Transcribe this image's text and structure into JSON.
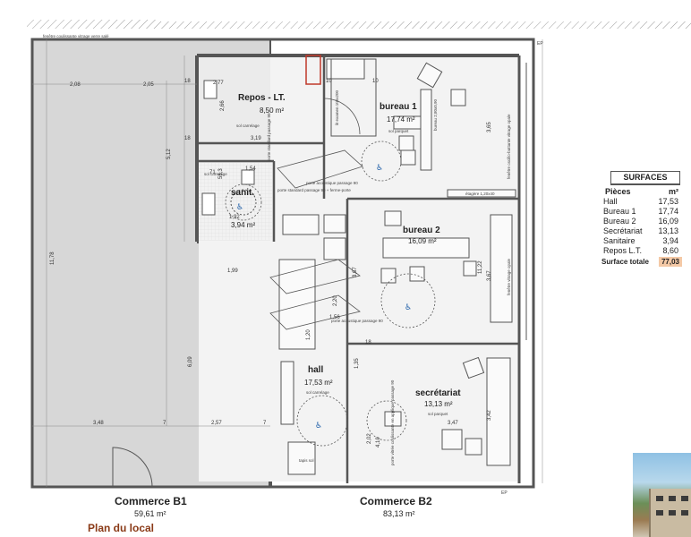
{
  "plan": {
    "top_note": "fenêtre coulissante vitrage verre salé",
    "ep_label": "EP",
    "rooms": {
      "repos": {
        "name": "Repos - LT.",
        "area": "8,50 m²",
        "floor": "sol carrelage"
      },
      "bureau1": {
        "name": "bureau 1",
        "area": "17,74 m²",
        "floor": "sol parquet"
      },
      "bureau2": {
        "name": "bureau 2",
        "area": "16,09 m²"
      },
      "sanit": {
        "name": "sanit.",
        "area": "3,94 m²",
        "floor": "sol carrelage"
      },
      "hall": {
        "name": "hall",
        "area": "17,53 m²",
        "floor": "sol carrelage"
      },
      "secretariat": {
        "name": "secrétariat",
        "area": "13,13 m²",
        "floor": "sol parquet"
      }
    },
    "notes": {
      "porte_standard": "porte standard passage 90",
      "porte_standard2": "porte standard passage 90 + ferme-porte",
      "porte_acoustique1": "porte acoustique passage 90",
      "porte_acoustique2": "porte acoustique passage 90",
      "porte_vitree": "porte vitrée coulissante en applique passage 90",
      "fenetre_right": "fenêtre oscillo-battante vitrage opale",
      "fenetre_right2": "fenêtre vitrage opale",
      "etagere": "étagère 1,20x40",
      "tapis": "tapis sol",
      "bureau_dim": "bureau 2,80x0,90",
      "lit": "lit examen 100x200"
    },
    "dims": {
      "d208": "2,08",
      "d205": "2,05",
      "d277": "2,77",
      "d18a": "18",
      "d10a": "10",
      "d266": "2,66",
      "d319": "3,19",
      "d18b": "18",
      "d512": "5,12",
      "d365": "3,65",
      "d1178": "11,78",
      "d199": "1,99",
      "d71": "71",
      "d154": "1,54",
      "d553": "55,3",
      "d192": "1,92",
      "d367a": "3,67",
      "d1122": "11,22",
      "d367b": "3,67",
      "d609": "6,09",
      "d220": "2,20",
      "d156": "1,56",
      "d120": "1,20",
      "d135": "1,35",
      "d342": "3,42",
      "d348": "3,48",
      "d7a": "7",
      "d257": "2,57",
      "d7b": "7",
      "d347": "3,47",
      "d202": "2,02",
      "d410": "4,10",
      "d18c": "18",
      "d10b": "10"
    }
  },
  "legend": {
    "title": "SURFACES",
    "col_room": "Pièces",
    "col_unit": "m²",
    "rows": [
      {
        "label": "Hall",
        "value": "17,53"
      },
      {
        "label": "Bureau 1",
        "value": "17,74"
      },
      {
        "label": "Bureau 2",
        "value": "16,09"
      },
      {
        "label": "Secrétariat",
        "value": "13,13"
      },
      {
        "label": "Sanitaire",
        "value": "3,94"
      },
      {
        "label": "Repos L.T.",
        "value": "8,60"
      }
    ],
    "total_label": "Surface totale",
    "total_value": "77,03"
  },
  "footer": {
    "left_name": "Commerce B1",
    "left_area": "59,61 m²",
    "plan_label": "Plan du local",
    "right_name": "Commerce B2",
    "right_area": "83,13 m²"
  }
}
